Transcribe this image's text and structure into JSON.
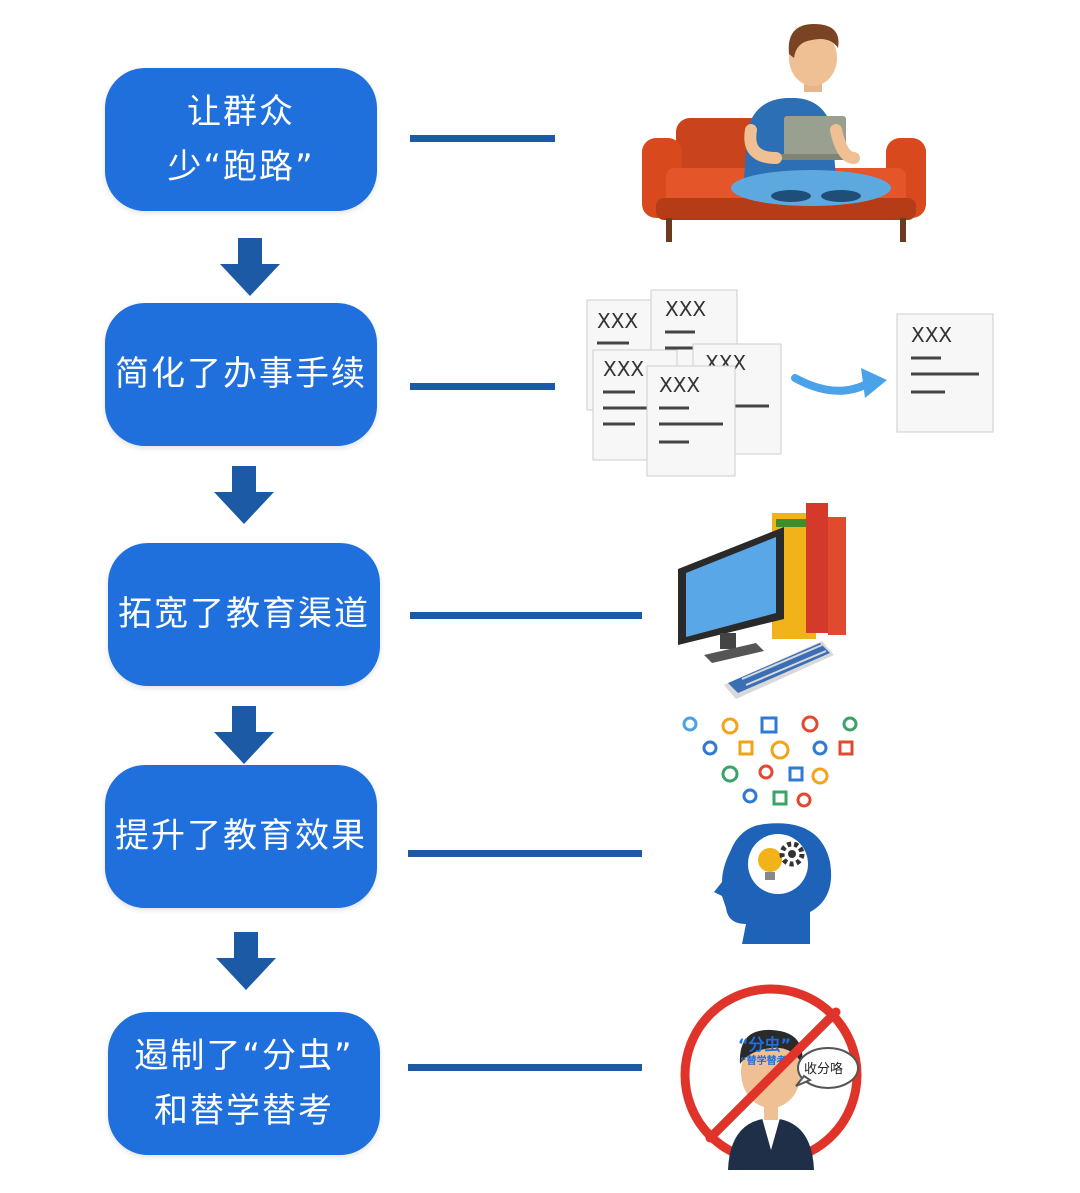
{
  "colors": {
    "step_box": "#1f6fdc",
    "arrow": "#1c5aa6",
    "connector": "#1c5aa6"
  },
  "steps": [
    {
      "lines": [
        "让群众",
        "少“跑路”"
      ],
      "icon": "person-on-sofa-with-laptop-icon"
    },
    {
      "lines": [
        "简化了办事手续"
      ],
      "icon": "documents-merge-icon"
    },
    {
      "lines": [
        "拓宽了教育渠道"
      ],
      "icon": "computer-and-books-icon"
    },
    {
      "lines": [
        "提升了教育效果"
      ],
      "icon": "knowledge-head-icon"
    },
    {
      "lines": [
        "遏制了“分虫”",
        "和替学替考"
      ],
      "icon": "no-cheating-icon"
    }
  ],
  "illustrations": {
    "docs": {
      "label": "XXX"
    },
    "cheater": {
      "head_text": "“分虫”",
      "sub_text": "“替学替考”",
      "bubble_text": "收分咯"
    }
  }
}
